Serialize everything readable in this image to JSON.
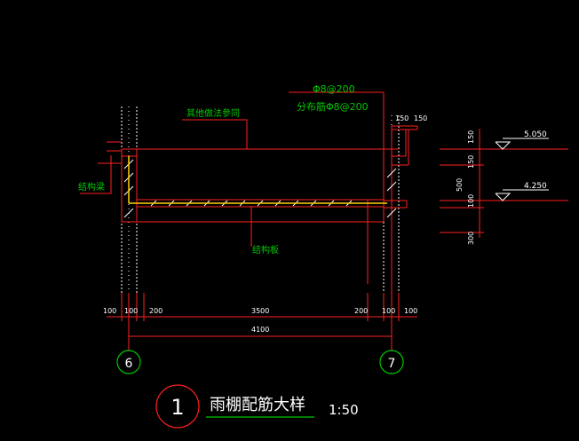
{
  "labels": {
    "rebar_main": "Φ8@200",
    "rebar_dist": "分布筋Φ8@200",
    "other_method": "其他做法參同",
    "struct_beam": "结构梁",
    "struct_slab": "结构板"
  },
  "dims_bottom": {
    "d1": "100",
    "d2": "100",
    "d3": "200",
    "d4": "3500",
    "d5": "200",
    "d6": "100",
    "d7": "100",
    "total": "4100"
  },
  "dims_top": {
    "a": "150",
    "b": "150"
  },
  "dims_right": {
    "r1": "150",
    "r2": "150",
    "r3": "500",
    "r4": "100",
    "r5": "300"
  },
  "elevations": {
    "top": "5.050",
    "bottom": "4.250"
  },
  "axes": {
    "left": "6",
    "right": "7"
  },
  "title": {
    "number": "1",
    "text": "雨棚配筋大样",
    "scale": "1:50"
  },
  "colors": {
    "red": "#ff2020",
    "white": "#ffffff",
    "green": "#00c800",
    "yellow": "#ffd000",
    "grey": "#cfcfcf"
  }
}
